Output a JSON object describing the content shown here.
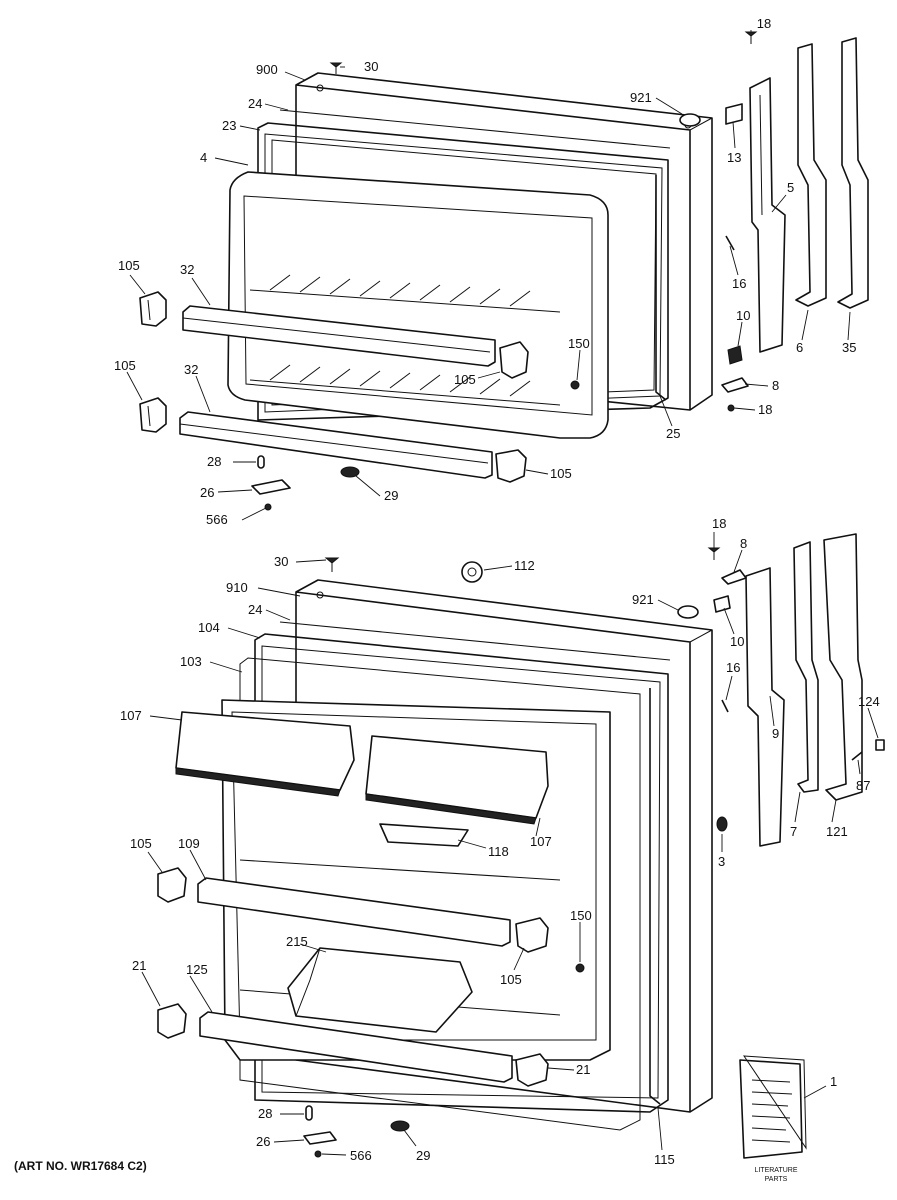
{
  "caption": "(ART NO. WR17684 C2)",
  "literature": {
    "line1": "LITERATURE",
    "line2": "PARTS"
  },
  "callouts": {
    "top": {
      "p18": "18",
      "p30": "30",
      "p900": "900",
      "p921": "921",
      "p24": "24",
      "p23": "23",
      "p13": "13",
      "p4": "4",
      "p5": "5",
      "p16": "16",
      "p105a": "105",
      "p32a": "32",
      "p10": "10",
      "p6": "6",
      "p35": "35",
      "p150": "150",
      "p105b": "105",
      "p105c": "105",
      "p32b": "32",
      "p8": "8",
      "p18b": "18",
      "p25": "25",
      "p28": "28",
      "p105d": "105",
      "p26": "26",
      "p29": "29",
      "p566": "566"
    },
    "bottom": {
      "p18": "18",
      "p30": "30",
      "p112": "112",
      "p8": "8",
      "p910": "910",
      "p921": "921",
      "p24": "24",
      "p10": "10",
      "p104": "104",
      "p103": "103",
      "p16": "16",
      "p124": "124",
      "p107a": "107",
      "p9": "9",
      "p87": "87",
      "p7": "7",
      "p121": "121",
      "p105a": "105",
      "p109": "109",
      "p118": "118",
      "p107b": "107",
      "p3": "3",
      "p150": "150",
      "p215": "215",
      "p105b": "105",
      "p21a": "21",
      "p125": "125",
      "p21b": "21",
      "p1": "1",
      "p28": "28",
      "p115": "115",
      "p26": "26",
      "p29": "29",
      "p566": "566"
    }
  }
}
